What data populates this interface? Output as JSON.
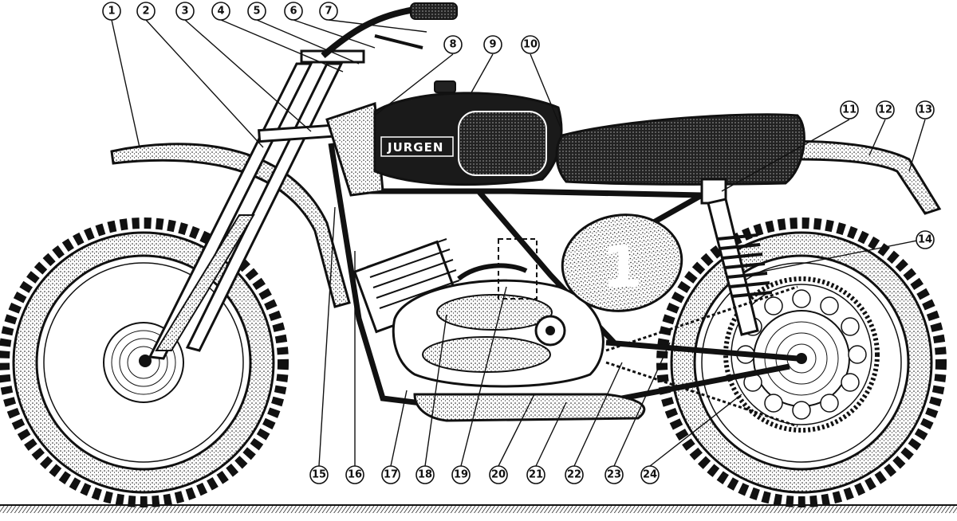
{
  "diagram": {
    "brand_text": "JURGEN",
    "race_number": "1",
    "callouts": [
      "1",
      "2",
      "3",
      "4",
      "5",
      "6",
      "7",
      "8",
      "9",
      "10",
      "11",
      "12",
      "13",
      "14",
      "15",
      "16",
      "17",
      "18",
      "19",
      "20",
      "21",
      "22",
      "23",
      "24"
    ]
  }
}
